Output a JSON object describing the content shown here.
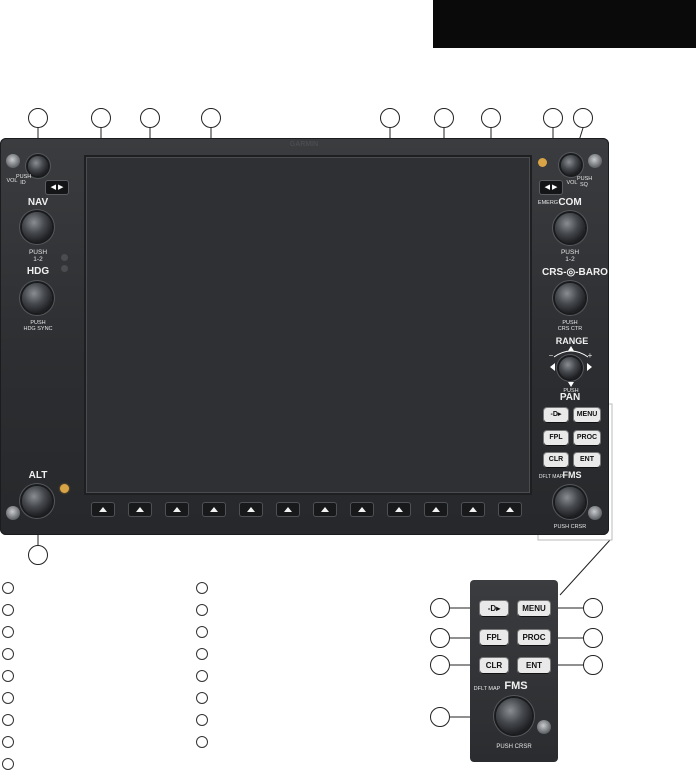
{
  "bezel": {
    "logo_text": "GARMIN",
    "left_knobs": {
      "vol_label": "VOL",
      "vol_push_label": "PUSH\nID",
      "nav_label": "NAV",
      "nav_push_label": "PUSH\n1-2",
      "hdg_label": "HDG",
      "hdg_push_label": "PUSH\nHDG SYNC",
      "alt_label": "ALT"
    },
    "right_knobs": {
      "vol_label": "VOL",
      "vol_push_label": "PUSH\nSQ",
      "emerg_label": "EMERG",
      "com_label": "COM",
      "com_push_label": "PUSH\n1-2",
      "crs_baro_label": "CRS-◎-BARO",
      "crs_push_label": "PUSH\nCRS CTR",
      "range_label": "RANGE",
      "range_minus": "−",
      "range_plus": "+",
      "pan_push_label": "PUSH",
      "pan_label": "PAN",
      "swap_glyph": "◀ ▶"
    },
    "fms": {
      "direct_to_label": "-D▸",
      "menu_label": "MENU",
      "fpl_label": "FPL",
      "proc_label": "PROC",
      "clr_label": "CLR",
      "ent_label": "ENT",
      "dflt_map_label": "DFLT MAP",
      "fms_label": "FMS",
      "push_crsr_label": "PUSH CRSR"
    },
    "softkey_count": 12
  },
  "inset": {
    "direct_to_label": "-D▸",
    "menu_label": "MENU",
    "fpl_label": "FPL",
    "proc_label": "PROC",
    "clr_label": "CLR",
    "ent_label": "ENT",
    "dflt_map_label": "DFLT MAP",
    "fms_label": "FMS",
    "push_crsr_label": "PUSH CRSR"
  },
  "colors": {
    "bezel": "#2b2d30",
    "screen": "#2e3033",
    "button_face": "#e9e9e9",
    "led_amber": "#d8a446"
  }
}
